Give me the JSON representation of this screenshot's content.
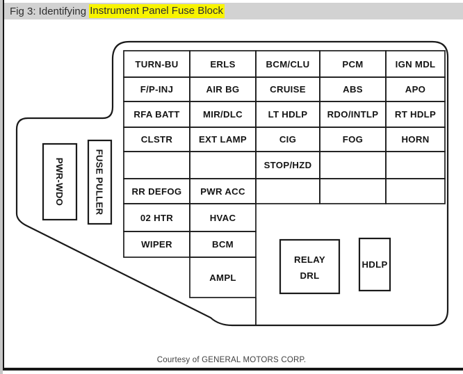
{
  "page": {
    "title": {
      "prefix": "Fig 3: Identifying ",
      "highlighted": "Instrument Panel Fuse Block"
    },
    "footer": {
      "courtesy": "Courtesy of GENERAL MOTORS CORP."
    },
    "colors": {
      "highlight_yellow": "#f8f400",
      "title_band_gray": "#d2d2d2",
      "diagram_line_black": "#1a1a1a"
    }
  },
  "fuse_block": {
    "side_labels": {
      "pwr_wdo": "PWR-WDO",
      "fuse_puller": "FUSE PULLER"
    },
    "grid": {
      "rows": [
        {
          "cells": [
            "TURN-BU",
            "ERLS",
            "BCM/CLU",
            "PCM",
            "IGN MDL"
          ]
        },
        {
          "cells": [
            "F/P-INJ",
            "AIR BG",
            "CRUISE",
            "ABS",
            "APO"
          ]
        },
        {
          "cells": [
            "RFA BATT",
            "MIR/DLC",
            "LT HDLP",
            "RDO/INTLP",
            "RT HDLP"
          ]
        },
        {
          "cells": [
            "CLSTR",
            "EXT LAMP",
            "CIG",
            "FOG",
            "HORN"
          ]
        },
        {
          "cells": [
            "",
            "",
            "STOP/HZD",
            "",
            ""
          ]
        },
        {
          "cells": [
            "RR DEFOG",
            "PWR ACC",
            "",
            "",
            ""
          ]
        },
        {
          "cells": [
            "02 HTR",
            "HVAC"
          ]
        },
        {
          "cells": [
            "WIPER",
            "BCM"
          ]
        },
        {
          "cells": [
            "AMPL"
          ]
        }
      ]
    },
    "relays": {
      "drl": {
        "line1": "RELAY",
        "line2": "DRL"
      },
      "hdlp": "HDLP"
    }
  }
}
